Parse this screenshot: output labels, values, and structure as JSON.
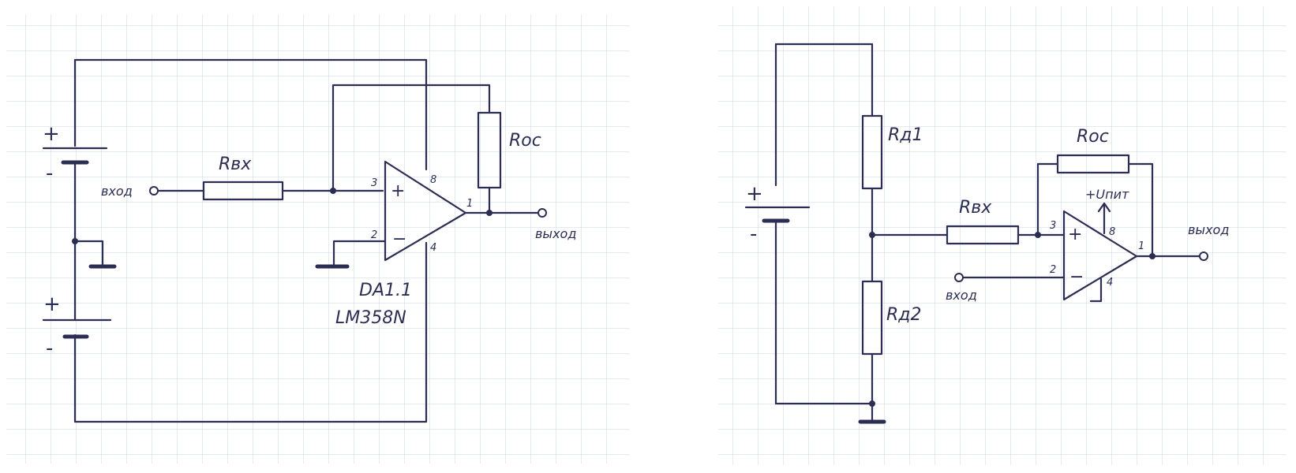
{
  "colors": {
    "ink": "#2b2d52",
    "grid": "#c9d6e6",
    "paper": "#ffffff"
  },
  "left_schematic": {
    "battery_top": {
      "plus": "+",
      "minus": "-"
    },
    "battery_bottom": {
      "plus": "+",
      "minus": "-"
    },
    "input_label": "вход",
    "input_resistor_label": "Rвх",
    "feedback_resistor_label": "Roc",
    "output_label": "выход",
    "opamp": {
      "plus_sign": "+",
      "minus_sign": "−",
      "pin_noninverting": "3",
      "pin_inverting": "2",
      "pin_output": "1",
      "pin_vplus": "8",
      "pin_vminus": "4"
    },
    "designator": "DA1.1",
    "part_number": "LM358N"
  },
  "right_schematic": {
    "battery": {
      "plus": "+",
      "minus": "-"
    },
    "divider_top_label": "Rд1",
    "divider_bottom_label": "Rд2",
    "input_resistor_label": "Rвх",
    "feedback_resistor_label": "Roc",
    "supply_label": "+Uпит",
    "input_label": "вход",
    "output_label": "выход",
    "opamp": {
      "plus_sign": "+",
      "minus_sign": "−",
      "pin_noninverting": "3",
      "pin_inverting": "2",
      "pin_output": "1",
      "pin_vplus": "8",
      "pin_vminus": "4"
    }
  }
}
